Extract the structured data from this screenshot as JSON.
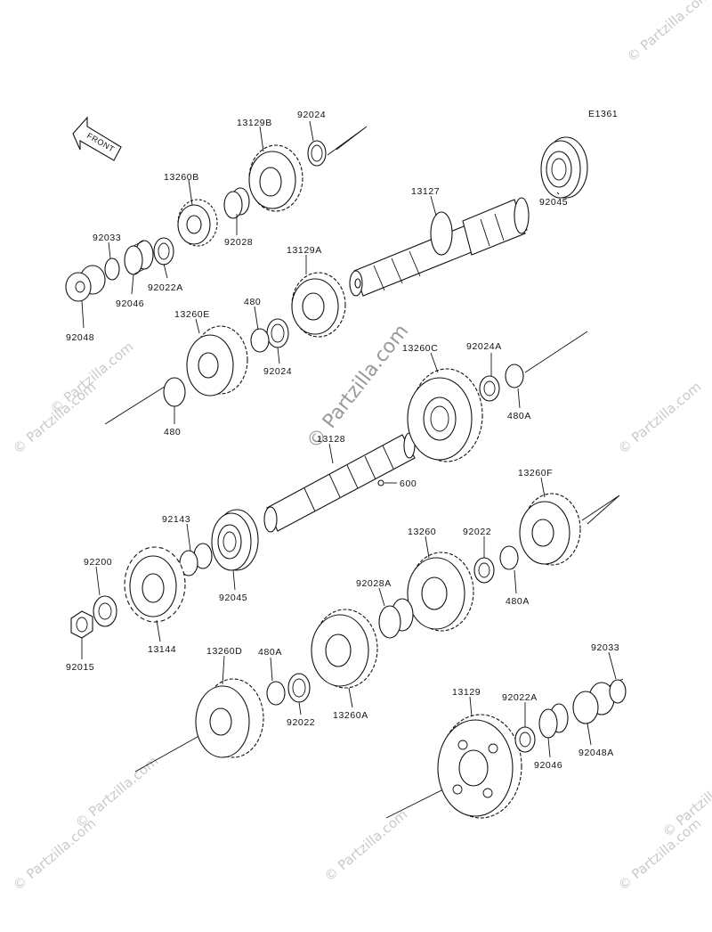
{
  "diagram": {
    "ref_code": "E1361",
    "front_label": "FRONT",
    "labels": [
      {
        "id": "l1",
        "text": "13129B"
      },
      {
        "id": "l2",
        "text": "92024"
      },
      {
        "id": "l3",
        "text": "13260B"
      },
      {
        "id": "l4",
        "text": "92033"
      },
      {
        "id": "l5",
        "text": "92028"
      },
      {
        "id": "l6",
        "text": "13127"
      },
      {
        "id": "l7",
        "text": "92045"
      },
      {
        "id": "l8",
        "text": "92022A"
      },
      {
        "id": "l9",
        "text": "92046"
      },
      {
        "id": "l10",
        "text": "92048"
      },
      {
        "id": "l11",
        "text": "13129A"
      },
      {
        "id": "l12",
        "text": "480"
      },
      {
        "id": "l13",
        "text": "13260E"
      },
      {
        "id": "l14",
        "text": "92024"
      },
      {
        "id": "l15",
        "text": "13260C"
      },
      {
        "id": "l16",
        "text": "92024A"
      },
      {
        "id": "l17",
        "text": "480"
      },
      {
        "id": "l18",
        "text": "480A"
      },
      {
        "id": "l19",
        "text": "13128"
      },
      {
        "id": "l20",
        "text": "600"
      },
      {
        "id": "l21",
        "text": "13260F"
      },
      {
        "id": "l22",
        "text": "92143"
      },
      {
        "id": "l23",
        "text": "92200"
      },
      {
        "id": "l24",
        "text": "92045"
      },
      {
        "id": "l25",
        "text": "13260"
      },
      {
        "id": "l26",
        "text": "92022"
      },
      {
        "id": "l27",
        "text": "92028A"
      },
      {
        "id": "l28",
        "text": "480A"
      },
      {
        "id": "l29",
        "text": "92015"
      },
      {
        "id": "l30",
        "text": "13144"
      },
      {
        "id": "l31",
        "text": "13260D"
      },
      {
        "id": "l32",
        "text": "480A"
      },
      {
        "id": "l33",
        "text": "92033"
      },
      {
        "id": "l34",
        "text": "92022"
      },
      {
        "id": "l35",
        "text": "13260A"
      },
      {
        "id": "l36",
        "text": "13129"
      },
      {
        "id": "l37",
        "text": "92022A"
      },
      {
        "id": "l38",
        "text": "92048A"
      },
      {
        "id": "l39",
        "text": "92046"
      }
    ],
    "watermark_center": "© Partzilla.com",
    "watermark_tile": "© Partzilla.com"
  }
}
